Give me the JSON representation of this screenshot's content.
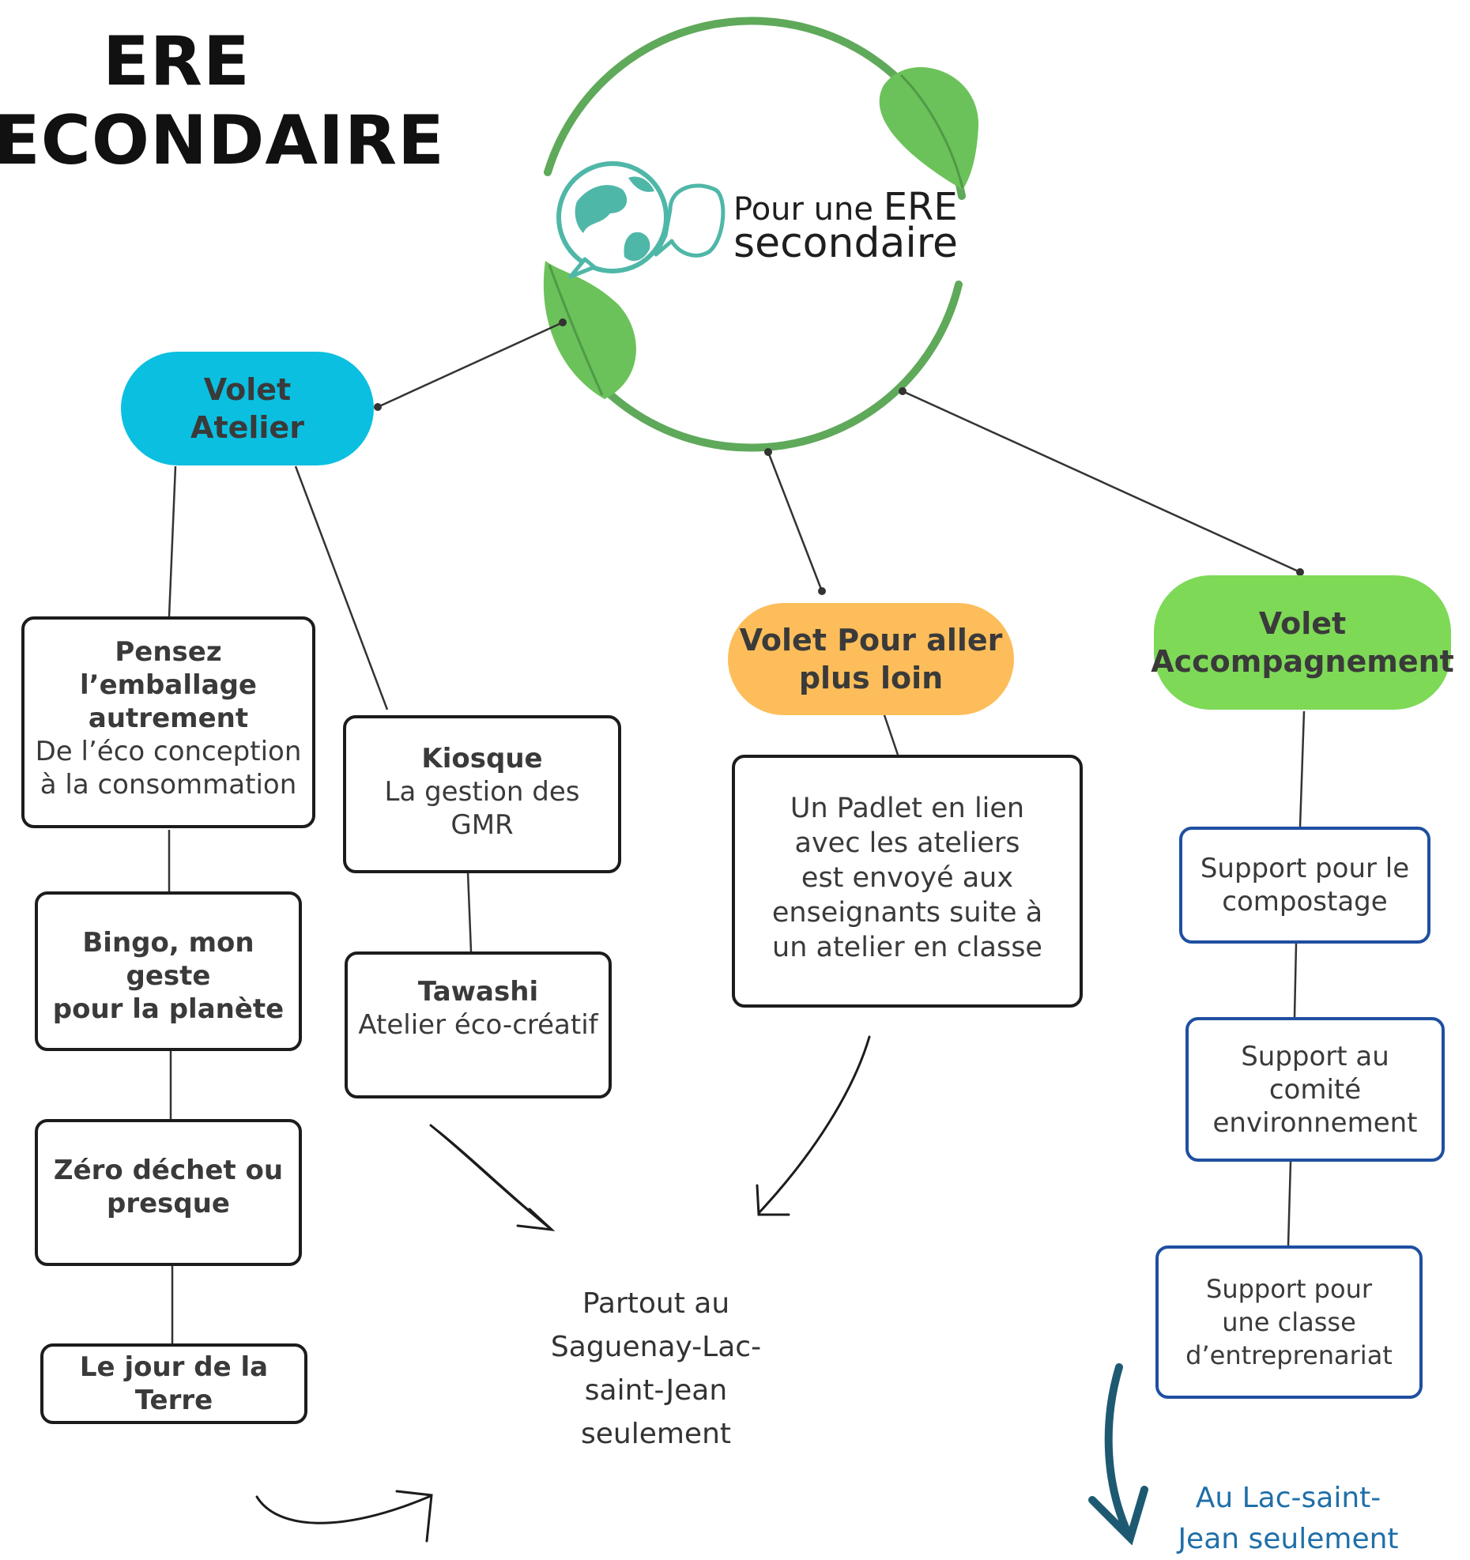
{
  "title": {
    "line1": "ERE",
    "line2": "ECONDAIRE"
  },
  "logo": {
    "line1_small": "Pour une",
    "line1_big": "ERE",
    "line2": "secondaire"
  },
  "volets": {
    "atelier": {
      "line1": "Volet",
      "line2": "Atelier",
      "color": "#0bbfe0"
    },
    "pour_aller_plus_loin": {
      "line1": "Volet Pour aller",
      "line2": "plus loin",
      "color": "#fdbd5a"
    },
    "accompagnement": {
      "line1": "Volet",
      "line2": "Accompagnement",
      "color": "#7ed957"
    }
  },
  "atelier_boxes": {
    "emballage": {
      "bold1": "Pensez",
      "bold2": "l’emballage",
      "bold3": "autrement",
      "text1": "De l’éco conception",
      "text2": "à la consommation"
    },
    "bingo": {
      "bold1": "Bingo, mon geste",
      "bold2": "pour la planète"
    },
    "zero": {
      "bold1": "Zéro déchet ou",
      "bold2": "presque"
    },
    "terre": {
      "bold1": "Le jour de la Terre"
    },
    "kiosque": {
      "bold1": "Kiosque",
      "text1": "La gestion des",
      "text2": "GMR"
    },
    "tawashi": {
      "bold1": "Tawashi",
      "text1": "Atelier éco-créatif"
    }
  },
  "padlet_box": {
    "line1": "Un Padlet en lien",
    "line2": "avec les ateliers",
    "line3": "est envoyé aux",
    "line4": "enseignants suite à",
    "line5": "un atelier en classe"
  },
  "accompagnement_boxes": {
    "compostage": {
      "line1": "Support pour le",
      "line2": "compostage"
    },
    "comite": {
      "line1": "Support au",
      "line2": "comité",
      "line3": "environnement"
    },
    "entreprenariat": {
      "line1": "Support pour",
      "line2": "une classe",
      "line3": "d’entreprenariat"
    }
  },
  "notes": {
    "saguenay": {
      "line1": "Partout au",
      "line2": "Saguenay-Lac-",
      "line3": "saint-Jean",
      "line4": "seulement"
    },
    "lac": {
      "line1": "Au Lac-saint-",
      "line2": "Jean seulement",
      "color": "#1f6fa8"
    }
  },
  "colors": {
    "ring": "#5fa95a",
    "leaf": "#6cc25a",
    "globe": "#4fb7a8",
    "connector": "#333333",
    "dark_arrow": "#1d5a72"
  }
}
